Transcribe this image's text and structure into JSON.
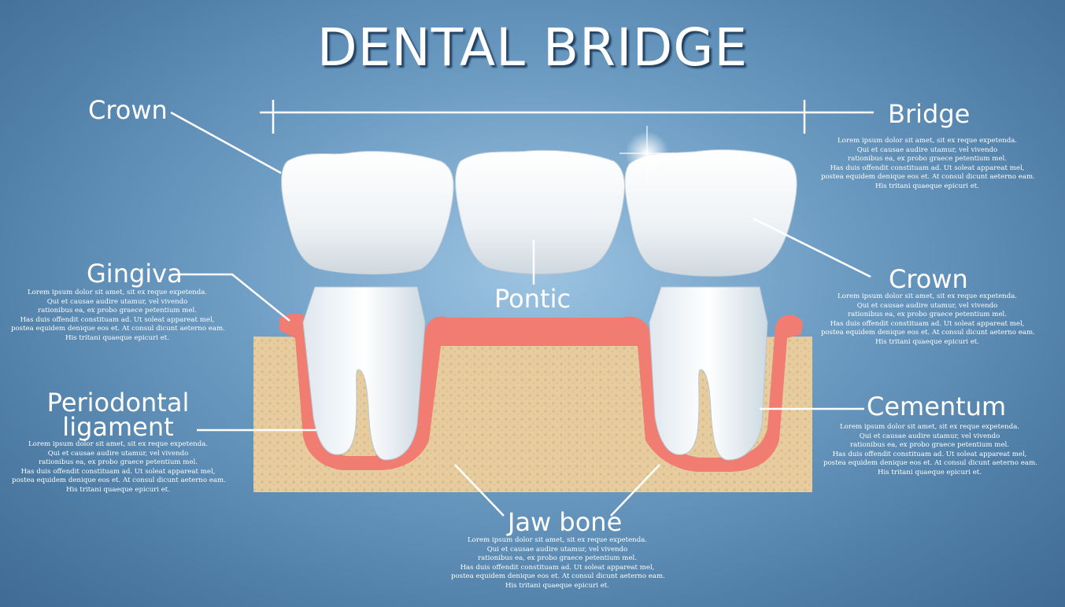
{
  "title": "DENTAL BRIDGE",
  "labels": {
    "crown_left": "Crown",
    "bridge": "Bridge",
    "gingiva": "Gingiva",
    "pontic": "Pontic",
    "crown_right": "Crown",
    "periodontal_line1": "Periodontal",
    "periodontal_line2": "ligament",
    "cementum": "Cementum",
    "jaw_bone": "Jaw bone"
  },
  "lorem": [
    "Lorem ipsum dolor sit amet, sit ex reque expetenda.",
    "Qui et causae audire utamur, vel vivendo",
    "rationibus ea, ex probo graece petentium mel.",
    "Has duis offendit constituam ad. Ut soleat appareat mel,",
    "postea equidem denique eos et. At consul dicunt aeterno eam.",
    "His tritani quaeque epicuri et."
  ],
  "colors": {
    "background": "#5f8fb9",
    "gum": "#f07c72",
    "bone": "#e8cfa1",
    "tooth": "#f4f7f9",
    "text": "#ffffff"
  }
}
